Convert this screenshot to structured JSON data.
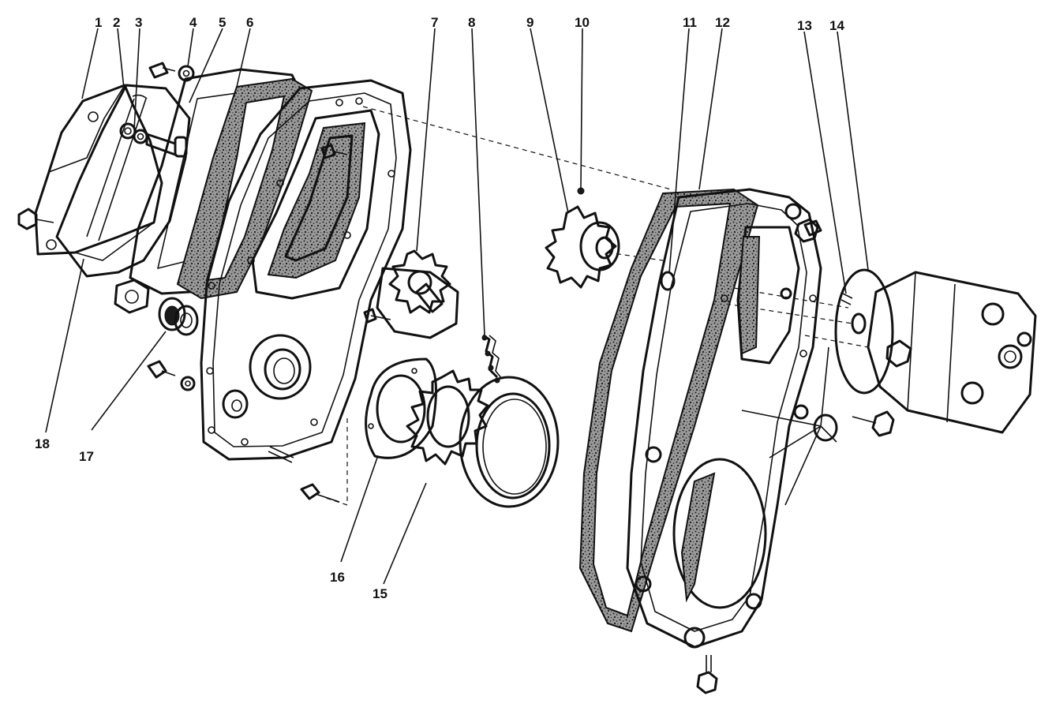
{
  "figure": {
    "callouts": [
      {
        "id": "c1",
        "label": "1"
      },
      {
        "id": "c2",
        "label": "2"
      },
      {
        "id": "c3",
        "label": "3"
      },
      {
        "id": "c4",
        "label": "4"
      },
      {
        "id": "c5",
        "label": "5"
      },
      {
        "id": "c6",
        "label": "6"
      },
      {
        "id": "c7",
        "label": "7"
      },
      {
        "id": "c8",
        "label": "8"
      },
      {
        "id": "c9",
        "label": "9"
      },
      {
        "id": "c10",
        "label": "10"
      },
      {
        "id": "c11",
        "label": "11"
      },
      {
        "id": "c12",
        "label": "12"
      },
      {
        "id": "c13",
        "label": "13"
      },
      {
        "id": "c14",
        "label": "14"
      },
      {
        "id": "c15",
        "label": "15"
      },
      {
        "id": "c16",
        "label": "16"
      },
      {
        "id": "c17",
        "label": "17"
      },
      {
        "id": "c18",
        "label": "18"
      }
    ]
  },
  "colors": {
    "ink": "#111111",
    "paper": "#ffffff",
    "speckle": "#5a5a5a"
  }
}
